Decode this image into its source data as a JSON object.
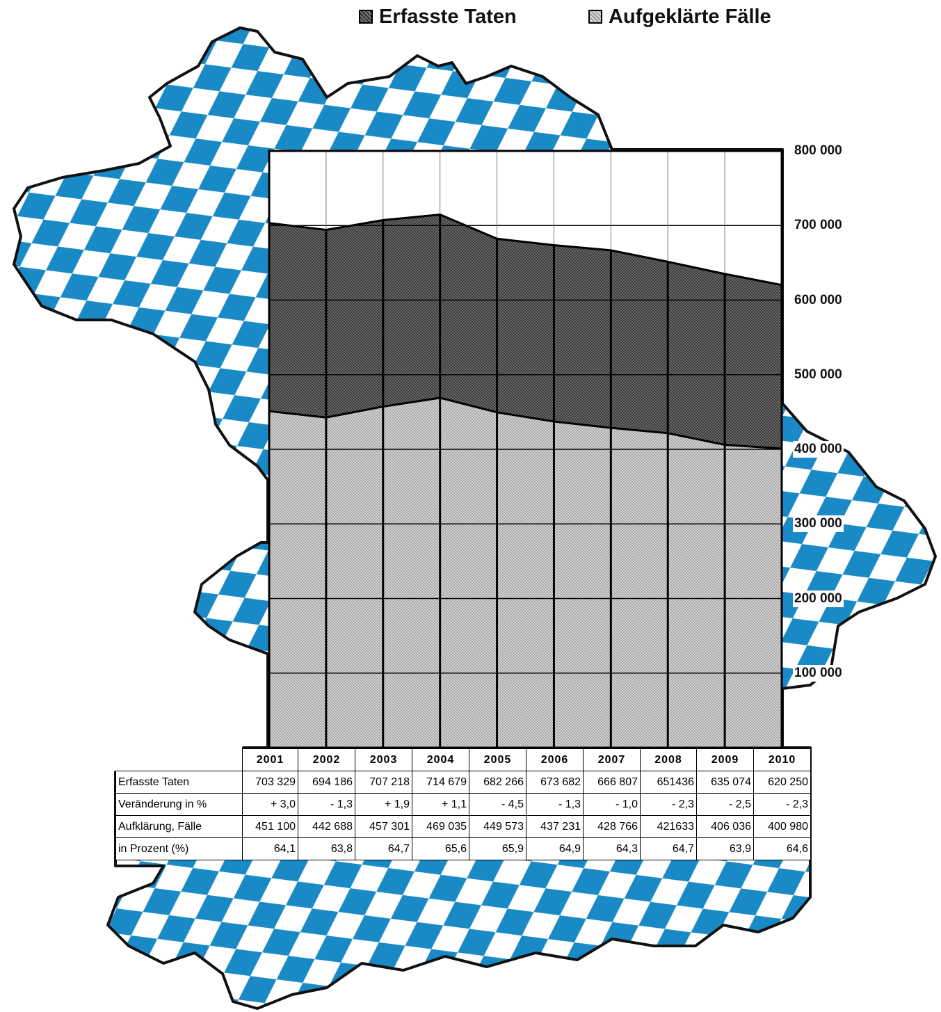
{
  "legend": [
    {
      "label": "Erfasste Taten",
      "color": "#4d4d4d"
    },
    {
      "label": "Aufgeklärte Fälle",
      "color": "#c0c0c0"
    }
  ],
  "chart_data": {
    "type": "area",
    "categories": [
      "2001",
      "2002",
      "2003",
      "2004",
      "2005",
      "2006",
      "2007",
      "2008",
      "2009",
      "2010"
    ],
    "series": [
      {
        "name": "Erfasste Taten",
        "values": [
          703329,
          694186,
          707218,
          714679,
          682266,
          673682,
          666807,
          651436,
          635074,
          620250
        ],
        "color": "#4d4d4d"
      },
      {
        "name": "Aufgeklärte Fälle",
        "values": [
          451100,
          442688,
          457301,
          469035,
          449573,
          437231,
          428766,
          421633,
          406036,
          400980
        ],
        "color": "#c0c0c0"
      }
    ],
    "ylim": [
      0,
      800000
    ],
    "yticks": [
      100000,
      200000,
      300000,
      400000,
      500000,
      600000,
      700000,
      800000
    ],
    "ytick_labels": [
      "100 000",
      "200 000",
      "300 000",
      "400 000",
      "500 000",
      "600 000",
      "700 000",
      "800 000"
    ],
    "grid": true,
    "legend_position": "top"
  },
  "table": {
    "years": [
      "2001",
      "2002",
      "2003",
      "2004",
      "2005",
      "2006",
      "2007",
      "2008",
      "2009",
      "2010"
    ],
    "rows": [
      {
        "label": "Erfasste Taten",
        "cells": [
          "703 329",
          "694 186",
          "707 218",
          "714 679",
          "682 266",
          "673 682",
          "666 807",
          "651436",
          "635 074",
          "620 250"
        ]
      },
      {
        "label": "Veränderung in %",
        "cells": [
          "+  3,0",
          "-  1,3",
          "+  1,9",
          "+  1,1",
          "-  4,5",
          "-  1,3",
          "-  1,0",
          "-  2,3",
          "-  2,5",
          "-  2,3"
        ]
      },
      {
        "label": "Aufklärung, Fälle",
        "cells": [
          "451 100",
          "442 688",
          "457 301",
          "469 035",
          "449 573",
          "437 231",
          "428 766",
          "421633",
          "406 036",
          "400 980"
        ]
      },
      {
        "label": "in Prozent (%)",
        "cells": [
          "64,1",
          "63,8",
          "64,7",
          "65,6",
          "65,9",
          "64,9",
          "64,3",
          "64,7",
          "63,9",
          "64,6"
        ]
      }
    ]
  },
  "background": {
    "icon": "bavaria-map-flag-pattern",
    "colors": [
      "#1a8ac6",
      "#ffffff"
    ]
  }
}
